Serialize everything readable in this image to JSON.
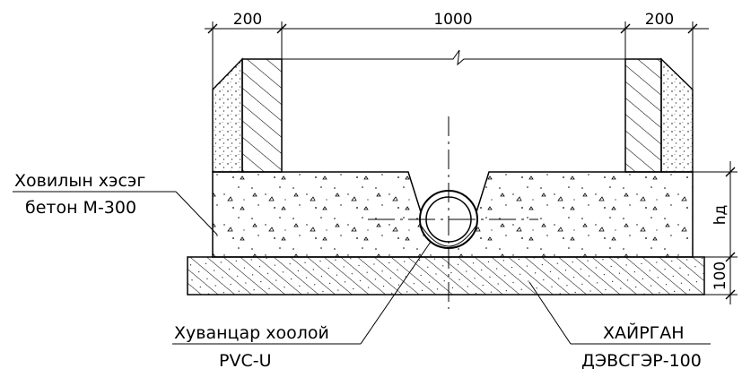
{
  "dimensions": {
    "left_wall": "200",
    "span": "1000",
    "right_wall": "200",
    "depth": "hд",
    "base": "100"
  },
  "labels": {
    "concrete_line1": "Ховилын хэсэг",
    "concrete_line2": "бетон М-300",
    "pipe_line1": "Хуванцар хоолой",
    "pipe_line2": "PVC-U",
    "gravel_line1": "ХАЙРГАН",
    "gravel_line2": "ДЭВСГЭР-100"
  }
}
